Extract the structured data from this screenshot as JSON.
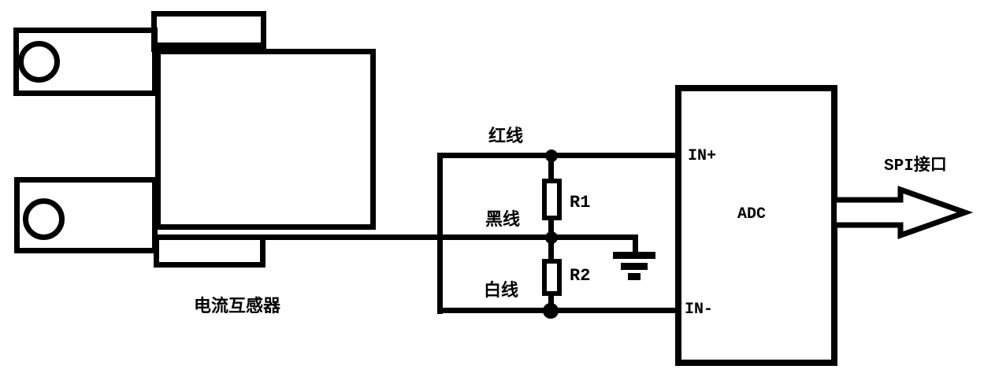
{
  "diagram": {
    "transformer": {
      "label": "电流互感器"
    },
    "wires": {
      "red": "红线",
      "black": "黑线",
      "white": "白线"
    },
    "resistors": {
      "r1": "R1",
      "r2": "R2"
    },
    "adc": {
      "label": "ADC",
      "input_positive": "IN+",
      "input_negative": "IN-"
    },
    "spi": {
      "label": "SPI接口"
    }
  },
  "colors": {
    "line": "#000000",
    "background": "#ffffff"
  }
}
